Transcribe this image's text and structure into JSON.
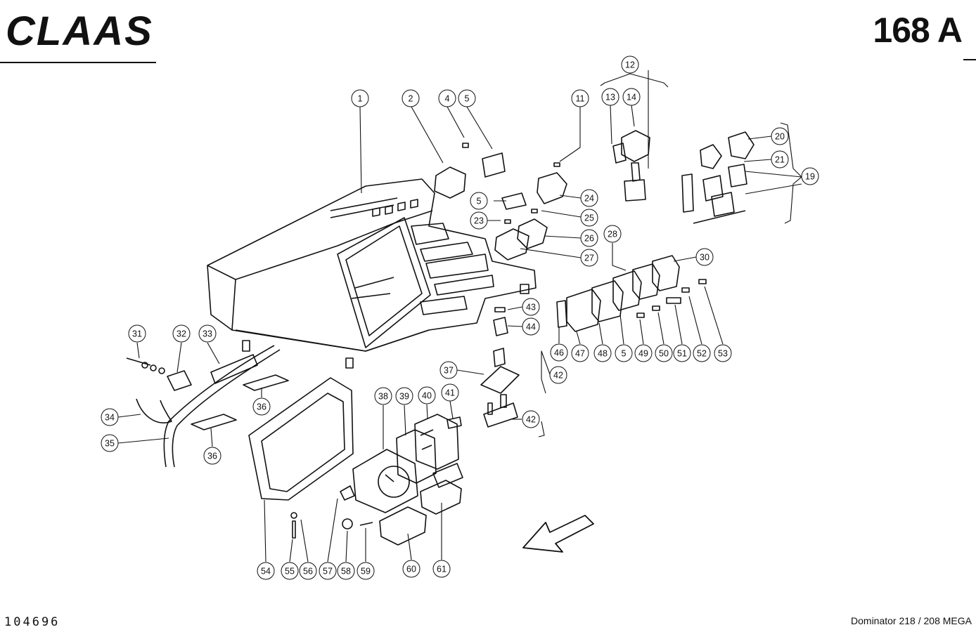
{
  "brand": {
    "logo_text": "CLAAS",
    "logo_icon": "claas-logo"
  },
  "page_number": "168 A",
  "document_number": "104696",
  "model": "Dominator 218 / 208 MEGA",
  "callouts": [
    "1",
    "2",
    "4",
    "5",
    "11",
    "12",
    "13",
    "14",
    "19",
    "20",
    "21",
    "23",
    "24",
    "25",
    "26",
    "27",
    "28",
    "30",
    "31",
    "32",
    "33",
    "34",
    "35",
    "36",
    "37",
    "38",
    "39",
    "40",
    "41",
    "42",
    "43",
    "44",
    "46",
    "47",
    "48",
    "49",
    "50",
    "51",
    "52",
    "53",
    "54",
    "55",
    "56",
    "57",
    "58",
    "59",
    "60",
    "61"
  ],
  "direction_arrow": "arrow-down-left-icon"
}
